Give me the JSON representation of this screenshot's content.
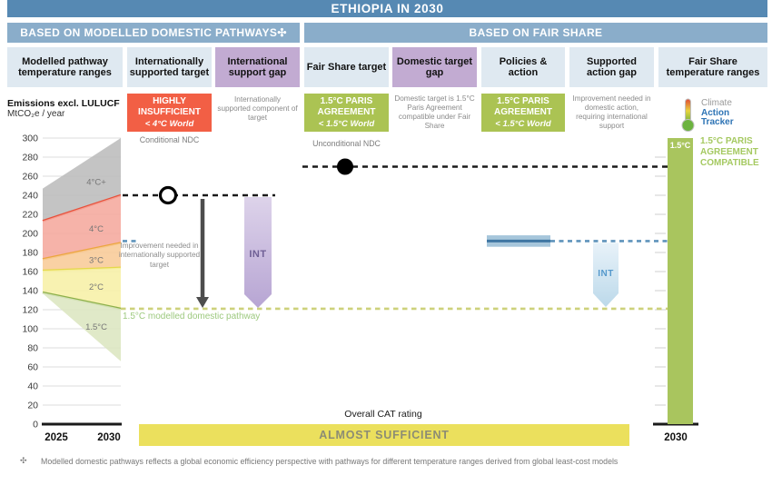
{
  "banner": {
    "title": "ETHIOPIA IN 2030"
  },
  "sections": {
    "left": "BASED ON MODELLED DOMESTIC PATHWAYS✣",
    "right": "BASED ON FAIR SHARE"
  },
  "columns": [
    {
      "label": "Modelled pathway temperature ranges"
    },
    {
      "label": "Internationally supported target"
    },
    {
      "label": "International support gap"
    },
    {
      "label": "Fair Share target"
    },
    {
      "label": "Domestic target gap"
    },
    {
      "label": "Policies & action"
    },
    {
      "label": "Supported action gap"
    },
    {
      "label": "Fair Share temperature ranges"
    }
  ],
  "ratings": {
    "internationally_supported": {
      "label": "HIGHLY INSUFFICIENT",
      "world": "< 4°C World"
    },
    "fair_share_target": {
      "label": "1.5°C PARIS AGREEMENT",
      "world": "< 1.5°C World"
    },
    "policies_action": {
      "label": "1.5°C PARIS AGREEMENT",
      "world": "< 1.5°C World"
    }
  },
  "notes": {
    "international_support_gap": "Internationally supported component of target",
    "domestic_target_gap": "Domestic target is 1.5°C Paris Agreement compatible under Fair Share",
    "supported_action_gap": "Improvement needed in domestic action, requiring international support"
  },
  "labels": {
    "emissions_bold": "Emissions excl. LULUCF",
    "emissions_units": "MtCO₂e / year",
    "conditional_ndc": "Conditional NDC",
    "unconditional_ndc": "Unconditional NDC",
    "improvement_supported": "Improvement needed in internationally supported target",
    "int": "INT",
    "pathway": "1.5°C modelled domestic pathway",
    "bar_15": "1.5°C",
    "compatible": "1.5°C PARIS AGREEMENT COMPATIBLE",
    "logo": {
      "l1": "Climate",
      "l2": "Action",
      "l3": "Tracker"
    }
  },
  "rating_banner": {
    "caption": "Overall CAT rating",
    "value": "ALMOST SUFFICIENT"
  },
  "footnote": {
    "symbol": "✣",
    "text": "Modelled domestic pathways reflects a global economic efficiency perspective with pathways for different temperature ranges derived from global least-cost models"
  },
  "chart_data": {
    "type": "area",
    "title": "ETHIOPIA IN 2030",
    "ylabel": "Emissions excl. LULUCF (MtCO₂e / year)",
    "ylim": [
      0,
      300
    ],
    "ytick_step": 20,
    "x_left": [
      "2025",
      "2030"
    ],
    "x_right": [
      "2030"
    ],
    "bands": [
      {
        "label": "4°C+",
        "fill": "#bcbcbc",
        "upper": [
          247,
          300
        ],
        "lower": [
          213,
          240
        ],
        "boundary": "#e8503a",
        "label_v": 254
      },
      {
        "label": "4°C",
        "fill": "#f5a89d",
        "upper": [
          213,
          240
        ],
        "lower": [
          173,
          190
        ],
        "boundary": "#eca63e",
        "label_v": 205
      },
      {
        "label": "3°C",
        "fill": "#f8cb97",
        "upper": [
          173,
          190
        ],
        "lower": [
          161,
          164
        ],
        "boundary": "#e5d84a",
        "label_v": 172
      },
      {
        "label": "2°C",
        "fill": "#f7f0a6",
        "upper": [
          161,
          164
        ],
        "lower": [
          138,
          121
        ],
        "boundary": "#8db04a",
        "label_v": 144
      },
      {
        "label": "1.5°C",
        "fill": "#dce6c0",
        "upper": [
          138,
          121
        ],
        "lower": [
          137,
          66
        ],
        "boundary": null,
        "label_v": 102
      }
    ],
    "markers": {
      "conditional_ndc": {
        "label": "Conditional NDC",
        "value": 240,
        "style": "open-circle"
      },
      "unconditional_ndc": {
        "label": "Unconditional NDC",
        "value": 270,
        "style": "filled-circle"
      },
      "policies_action": {
        "range": [
          186,
          198
        ],
        "central": 192
      },
      "modelled_pathway": {
        "label": "1.5°C modelled domestic pathway",
        "value": 121
      },
      "fair_share_range": {
        "label": "1.5°C",
        "range": [
          0,
          300
        ]
      }
    }
  },
  "colors": {
    "banner_bg": "#5689b3",
    "section_bg": "#8aadca",
    "column_bg": "#dfe9f1",
    "column_purple_bg": "#c2abd2",
    "orange_box": "#f25f45",
    "green_box": "#abc353",
    "green_bar": "#a9c55e",
    "yellow_banner": "#ebe05d",
    "black_dash": "#1a1a1a",
    "blue_dash": "#5e93bb",
    "blue_bar_fill": "#a6c6db",
    "blue_bar_line": "#3f76a3",
    "olive_dash": "#cdd17b",
    "gray_arrow": "#4d4d4d",
    "grid": "#dcdcdc",
    "axis": "#1a1a1a",
    "tick_label": "#3a3a3a",
    "band_label": "#767676"
  }
}
